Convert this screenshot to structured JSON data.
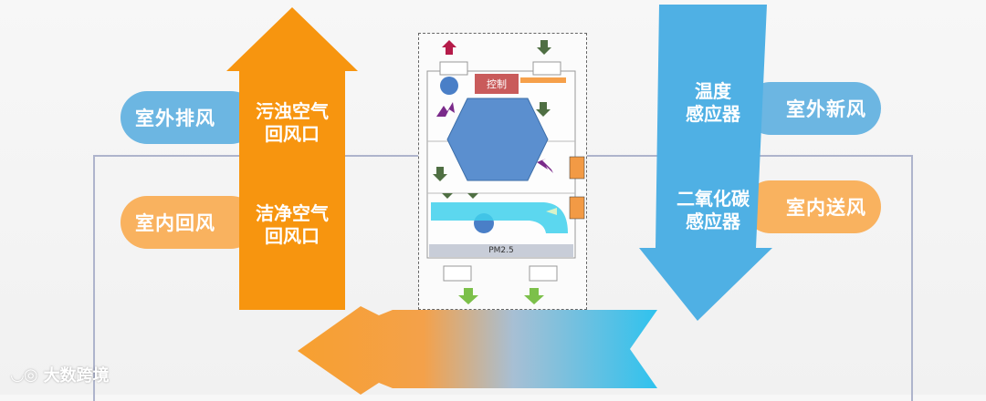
{
  "labels": {
    "outdoor_exhaust": "室外排风",
    "indoor_return": "室内回风",
    "outdoor_fresh": "室外新风",
    "indoor_supply": "室内送风",
    "dirty_return_line1": "污浊空气",
    "dirty_return_line2": "回风口",
    "clean_return_line1": "洁净空气",
    "clean_return_line2": "回风口",
    "temp_sensor_line1": "温度",
    "temp_sensor_line2": "感应器",
    "co2_sensor_line1": "二氧化碳",
    "co2_sensor_line2": "感应器",
    "controller": "控制",
    "filter": "PM2.5"
  },
  "watermark": "大数跨境",
  "colors": {
    "orange": "#f7950f",
    "blue": "#4fb0e4",
    "pill_blue": "#6cb6e2",
    "pill_orange": "#f9b25f",
    "hexagon": "#5b8fcf",
    "controller_red": "#c95b5b"
  }
}
